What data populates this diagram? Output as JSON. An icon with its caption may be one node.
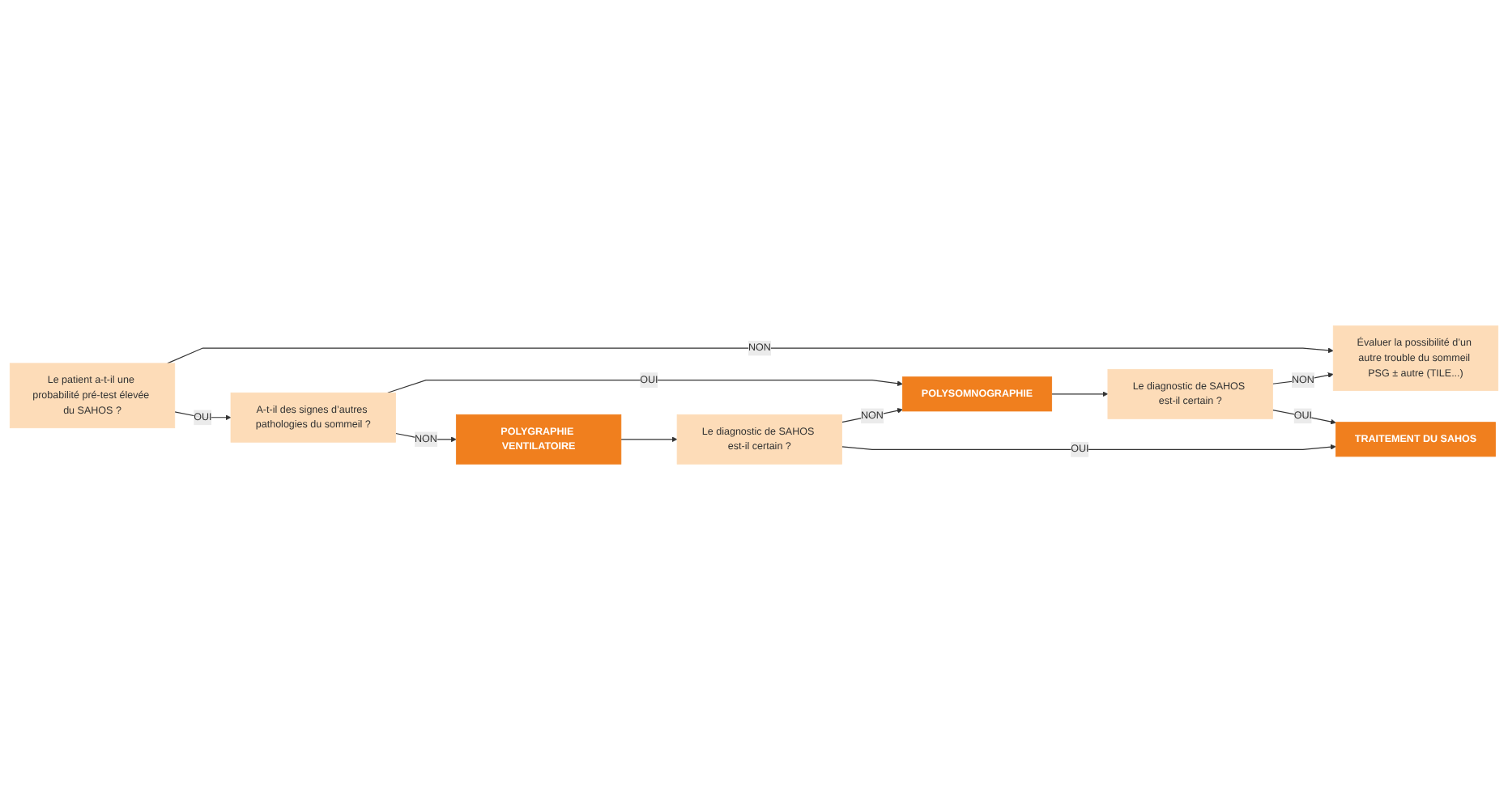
{
  "diagram": {
    "nodes": [
      {
        "text": [
          "Le patient a-t-il une probabilité pré-test élevée du SAHOS ?"
        ]
      },
      {
        "text": [
          "Évaluer la possibilité d’un autre trouble du sommeil PSG ± autre (TILE...)"
        ]
      },
      {
        "text": [
          "A-t-il des signes d’autres pathologies du sommeil ?"
        ]
      },
      {
        "text": [
          "POLYSOMNOGRAPHIE"
        ]
      },
      {
        "text": [
          "Le diagnostic de SAHOS est-il certain ?"
        ]
      },
      {
        "text": [
          "POLYGRAPHIE VENTILATOIRE"
        ]
      },
      {
        "text": [
          "Le diagnostic de SAHOS est-il certain ?"
        ]
      },
      {
        "text": [
          "TRAITEMENT DU SAHOS"
        ]
      }
    ],
    "edges": [
      {
        "from": 0,
        "to": 1,
        "arrow": "to",
        "label": "NON"
      },
      {
        "from": 0,
        "to": 2,
        "arrow": "to",
        "label": "OUI"
      },
      {
        "from": 2,
        "to": 3,
        "arrow": "to",
        "label": "OUI"
      },
      {
        "from": 3,
        "to": 4,
        "arrow": "to"
      },
      {
        "from": 4,
        "to": 1,
        "arrow": "to",
        "label": "NON"
      },
      {
        "from": 4,
        "to": 7,
        "arrow": "to",
        "label": "OUI"
      },
      {
        "from": 2,
        "to": 5,
        "arrow": "to",
        "label": "NON"
      },
      {
        "from": 5,
        "to": 6,
        "arrow": "to"
      },
      {
        "from": 6,
        "to": 3,
        "arrow": "to",
        "label": "NON"
      },
      {
        "from": 6,
        "to": 7,
        "arrow": "to",
        "label": "OUI"
      }
    ]
  }
}
